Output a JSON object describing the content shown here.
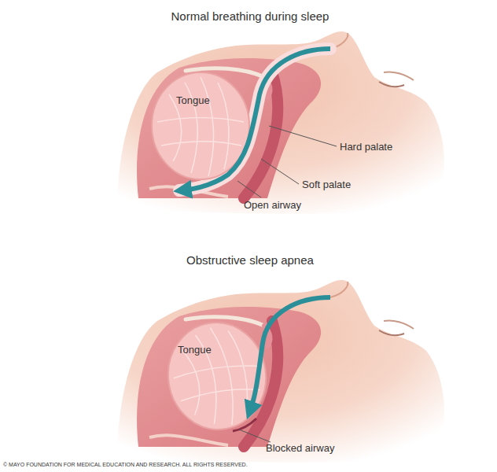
{
  "diagram": {
    "labels": [
      "Normal breathing during sleep",
      "Tongue",
      "Hard palate",
      "Soft palate",
      "Open airway",
      "Obstructive sleep apnea",
      "Tongue",
      "Blocked airway",
      "© MAYO FOUNDATION FOR MEDICAL EDUCATION AND RESEARCH. ALL RIGHTS RESERVED."
    ]
  }
}
